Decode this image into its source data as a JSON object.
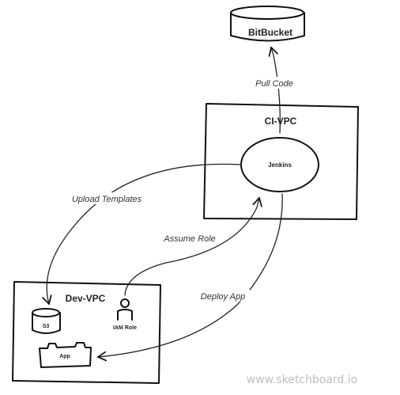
{
  "nodes": {
    "bitbucket": {
      "label": "BitBucket"
    },
    "ci_vpc": {
      "label": "CI-VPC"
    },
    "jenkins": {
      "label": "Jenkins"
    },
    "dev_vpc": {
      "label": "Dev-VPC"
    },
    "s3": {
      "label": "S3"
    },
    "iam_role": {
      "label": "IAM Role"
    },
    "app": {
      "label": "App"
    }
  },
  "edges": {
    "pull_code": {
      "label": "Pull Code"
    },
    "upload_templates": {
      "label": "Upload Templates"
    },
    "assume_role": {
      "label": "Assume Role"
    },
    "deploy_app": {
      "label": "Deploy App"
    }
  },
  "watermark": "www.sketchboard.io"
}
